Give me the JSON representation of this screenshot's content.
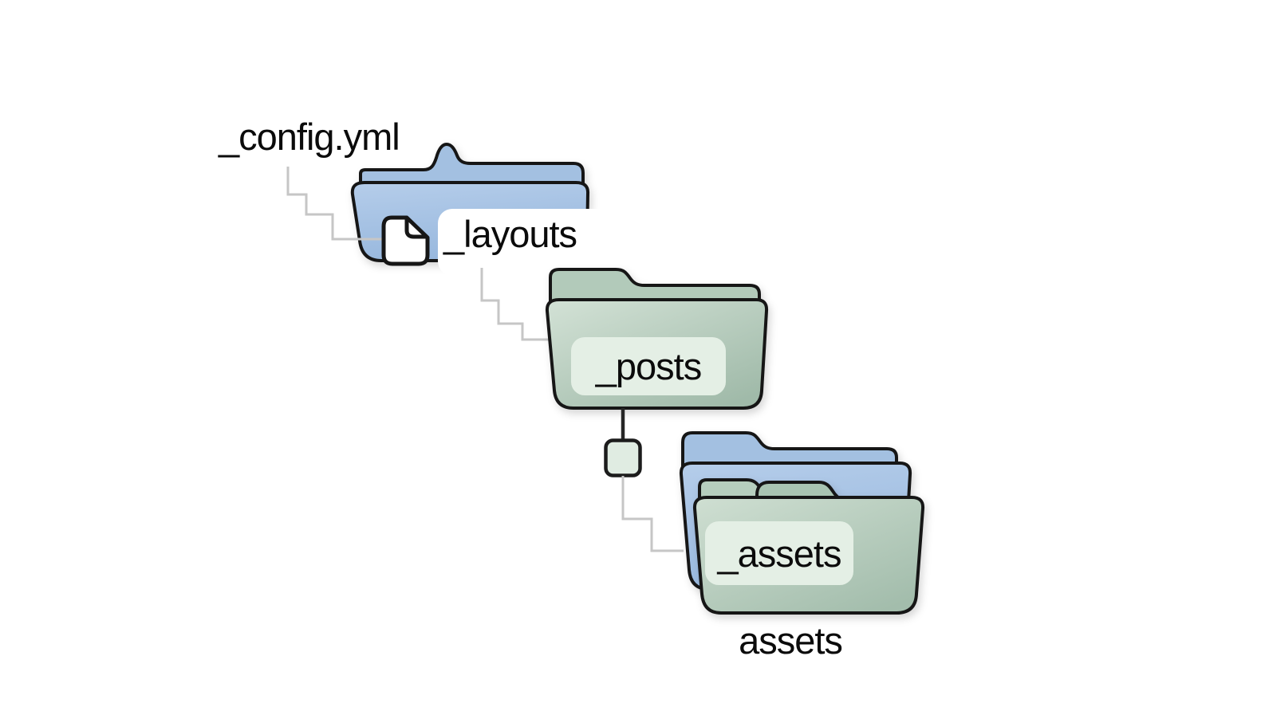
{
  "diagram": {
    "type": "folder-structure",
    "labels": {
      "config": "_config.yml",
      "layouts": "_layouts",
      "posts": "_posts",
      "assets_inner": "_assets",
      "assets_caption": "assets"
    },
    "nodes": [
      {
        "id": "config",
        "label": "_config.yml",
        "kind": "file"
      },
      {
        "id": "layouts",
        "label": "_layouts",
        "kind": "folder",
        "color": "blue",
        "has_file_icon": true
      },
      {
        "id": "posts",
        "label": "_posts",
        "kind": "folder",
        "color": "green"
      },
      {
        "id": "assets-back",
        "label": "assets",
        "kind": "folder",
        "color": "blue"
      },
      {
        "id": "assets-front",
        "label": "_assets",
        "kind": "folder",
        "color": "green"
      }
    ],
    "edges": [
      {
        "from": "config",
        "to": "layouts",
        "style": "stepped-gray"
      },
      {
        "from": "layouts",
        "to": "posts",
        "style": "stepped-gray"
      },
      {
        "from": "posts",
        "to": "node-square",
        "style": "solid-dark"
      },
      {
        "from": "node-square",
        "to": "assets-front",
        "style": "stepped-gray"
      }
    ],
    "icons": [
      "document-icon",
      "folder-icon",
      "tree-node-square"
    ],
    "colors": {
      "background": "#ffffff",
      "folder_blue_flap": "#a3c0e1",
      "folder_blue_top": "#b5cdea",
      "folder_blue_bottom": "#98b8de",
      "folder_green_flap": "#b2caba",
      "folder_green_top": "#d3e2d6",
      "folder_green_bottom": "#a0baa9",
      "folder_green_tab_dark": "#a9c4b2",
      "label_plate_green": "#e4efe5",
      "label_plate_white": "#ffffff",
      "node_square_fill": "#e0ece2",
      "connector_gray": "#c6c6c6",
      "connector_dark": "#262626",
      "outline": "#161616",
      "text": "#0b0b0b"
    }
  }
}
